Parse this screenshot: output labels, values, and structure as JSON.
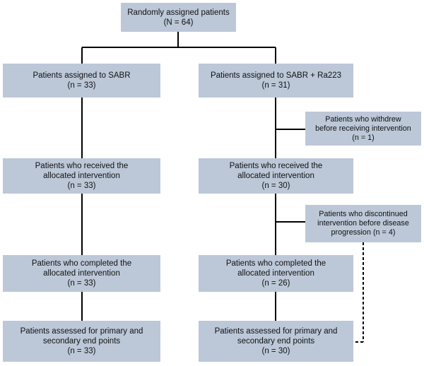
{
  "flow": {
    "top": {
      "lines": [
        "Randomly assigned patients",
        "(N = 64)"
      ]
    },
    "left": {
      "assigned": {
        "lines": [
          "Patients assigned to SABR",
          "(n = 33)"
        ]
      },
      "received": {
        "lines": [
          "Patients who received the",
          "allocated intervention",
          "(n = 33)"
        ]
      },
      "completed": {
        "lines": [
          "Patients who completed the",
          "allocated intervention",
          "(n = 33)"
        ]
      },
      "assessed": {
        "lines": [
          "Patients assessed for primary and",
          "secondary end points",
          "(n = 33)"
        ]
      }
    },
    "right": {
      "assigned": {
        "lines": [
          "Patients assigned to SABR + Ra223",
          "(n = 31)"
        ]
      },
      "received": {
        "lines": [
          "Patients who received the",
          "allocated intervention",
          "(n = 30)"
        ]
      },
      "completed": {
        "lines": [
          "Patients who completed the",
          "allocated intervention",
          "(n = 26)"
        ]
      },
      "assessed": {
        "lines": [
          "Patients assessed for primary and",
          "secondary end points",
          "(n = 30)"
        ]
      }
    },
    "side": {
      "withdrew": {
        "lines": [
          "Patients who withdrew",
          "before receiving intervention",
          "(n = 1)"
        ]
      },
      "discontinued": {
        "lines": [
          "Patients who discontinued",
          "intervention before disease",
          "progression (n = 4)"
        ]
      }
    }
  },
  "colors": {
    "box_fill": "#bcc8d8",
    "line": "#000000"
  }
}
